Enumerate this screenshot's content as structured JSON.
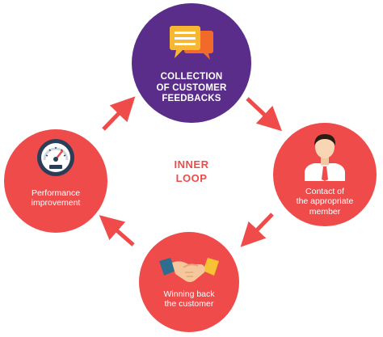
{
  "center_label": {
    "line1": "INNER",
    "line2": "LOOP"
  },
  "colors": {
    "accent": "#ef4b4b",
    "primary": "#5a2d8a",
    "text": "#ffffff"
  },
  "nodes": {
    "top": {
      "line1": "COLLECTION",
      "line2": "OF CUSTOMER",
      "line3": "FEEDBACKS",
      "icon": "chat-bubbles-icon"
    },
    "right": {
      "line1": "Contact of",
      "line2": "the appropriate",
      "line3": "member",
      "icon": "person-tie-icon"
    },
    "bottom": {
      "line1": "Winning back",
      "line2": "the customer",
      "icon": "handshake-icon"
    },
    "left": {
      "line1": "Performance",
      "line2": "improvement",
      "icon": "gauge-icon"
    }
  }
}
